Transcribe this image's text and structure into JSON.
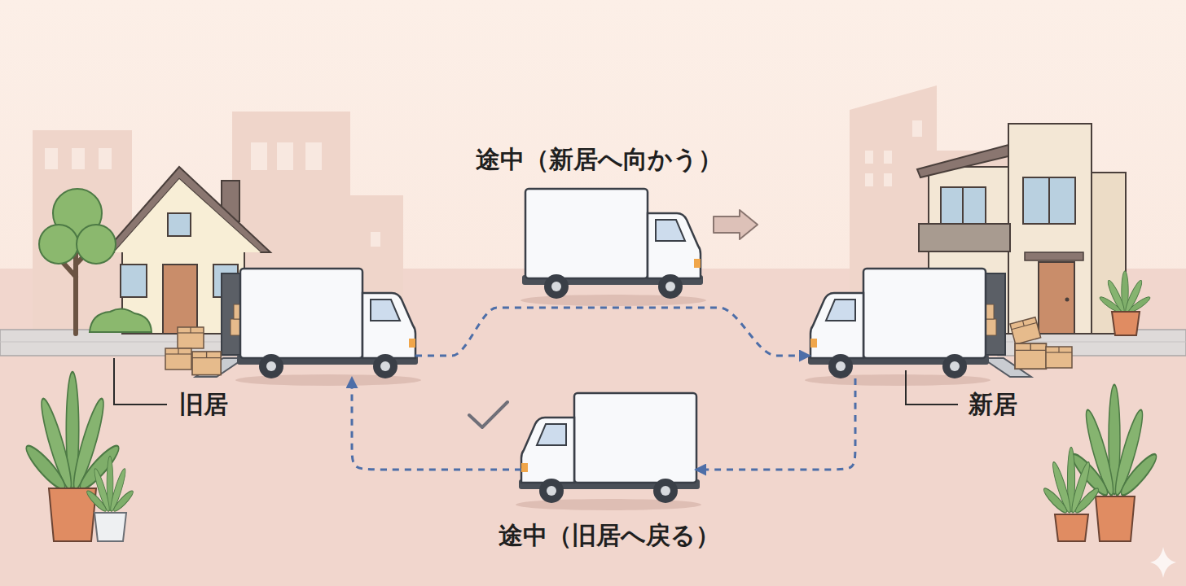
{
  "diagram": {
    "nodes": [
      {
        "text": [
          "旧居"
        ]
      },
      {
        "text": [
          "途中（新居へ向かう）"
        ]
      },
      {
        "text": [
          "新居"
        ]
      },
      {
        "text": [
          "途中（旧居へ戻る）"
        ]
      }
    ],
    "edges": [
      {
        "from": 0,
        "to": 2,
        "arrow": "to"
      },
      {
        "from": 2,
        "to": 3,
        "arrow": "to"
      },
      {
        "from": 3,
        "to": 0,
        "arrow": "to"
      }
    ]
  }
}
